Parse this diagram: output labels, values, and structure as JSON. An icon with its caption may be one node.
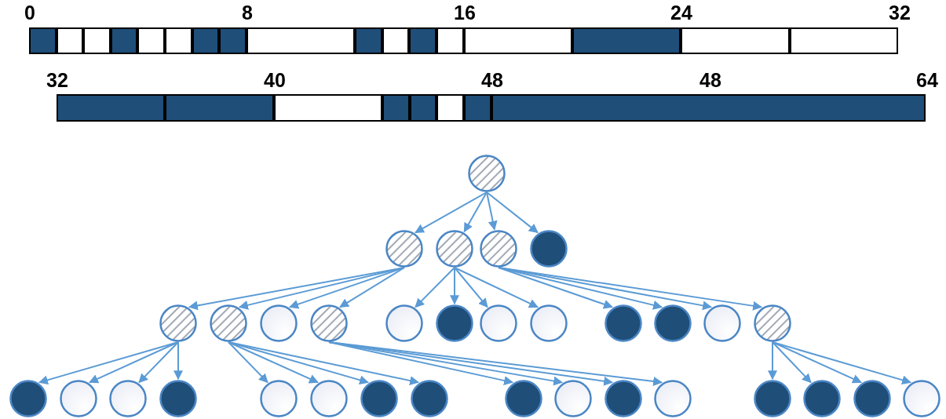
{
  "diagram": {
    "nodes": [
      {
        "text": [],
        "shape": "filled-box"
      },
      {
        "text": [],
        "shape": "box"
      },
      {
        "text": [],
        "shape": "box"
      },
      {
        "text": [],
        "shape": "filled-box"
      },
      {
        "text": [],
        "shape": "box"
      },
      {
        "text": [],
        "shape": "box"
      },
      {
        "text": [],
        "shape": "filled-box"
      },
      {
        "text": [],
        "shape": "filled-box"
      },
      {
        "text": [],
        "shape": "box"
      },
      {
        "text": [],
        "shape": "filled-box"
      },
      {
        "text": [],
        "shape": "box"
      },
      {
        "text": [],
        "shape": "filled-box"
      },
      {
        "text": [],
        "shape": "box"
      },
      {
        "text": [],
        "shape": "box"
      },
      {
        "text": [],
        "shape": "filled-box"
      },
      {
        "text": [],
        "shape": "box"
      },
      {
        "text": [],
        "shape": "box"
      },
      {
        "text": [],
        "shape": "filled-box"
      },
      {
        "text": [],
        "shape": "filled-box"
      },
      {
        "text": [],
        "shape": "box"
      },
      {
        "text": [],
        "shape": "filled-box"
      },
      {
        "text": [],
        "shape": "filled-box"
      },
      {
        "text": [],
        "shape": "box"
      },
      {
        "text": [],
        "shape": "filled-box"
      },
      {
        "text": [],
        "shape": "filled-box"
      },
      {
        "text": [],
        "shape": "hatched-circle"
      },
      {
        "text": [],
        "shape": "hatched-circle"
      },
      {
        "text": [],
        "shape": "hatched-circle"
      },
      {
        "text": [],
        "shape": "hatched-circle"
      },
      {
        "text": [],
        "shape": "filled-circle"
      },
      {
        "text": [],
        "shape": "hatched-circle"
      },
      {
        "text": [],
        "shape": "hatched-circle"
      },
      {
        "text": [],
        "shape": "circle"
      },
      {
        "text": [],
        "shape": "hatched-circle"
      },
      {
        "text": [],
        "shape": "circle"
      },
      {
        "text": [],
        "shape": "filled-circle"
      },
      {
        "text": [],
        "shape": "circle"
      },
      {
        "text": [],
        "shape": "circle"
      },
      {
        "text": [],
        "shape": "filled-circle"
      },
      {
        "text": [],
        "shape": "filled-circle"
      },
      {
        "text": [],
        "shape": "circle"
      },
      {
        "text": [],
        "shape": "hatched-circle"
      },
      {
        "text": [],
        "shape": "filled-circle"
      },
      {
        "text": [],
        "shape": "circle"
      },
      {
        "text": [],
        "shape": "circle"
      },
      {
        "text": [],
        "shape": "filled-circle"
      },
      {
        "text": [],
        "shape": "circle"
      },
      {
        "text": [],
        "shape": "circle"
      },
      {
        "text": [],
        "shape": "filled-circle"
      },
      {
        "text": [],
        "shape": "filled-circle"
      },
      {
        "text": [],
        "shape": "filled-circle"
      },
      {
        "text": [],
        "shape": "circle"
      },
      {
        "text": [],
        "shape": "filled-circle"
      },
      {
        "text": [],
        "shape": "circle"
      },
      {
        "text": [],
        "shape": "filled-circle"
      },
      {
        "text": [],
        "shape": "filled-circle"
      },
      {
        "text": [],
        "shape": "filled-circle"
      },
      {
        "text": [],
        "shape": "circle"
      }
    ],
    "edges": [
      {
        "from": 25,
        "to": 26,
        "arrow": "to"
      },
      {
        "from": 25,
        "to": 27,
        "arrow": "to"
      },
      {
        "from": 25,
        "to": 28,
        "arrow": "to"
      },
      {
        "from": 25,
        "to": 29,
        "arrow": "to"
      },
      {
        "from": 26,
        "to": 30,
        "arrow": "to"
      },
      {
        "from": 26,
        "to": 31,
        "arrow": "to"
      },
      {
        "from": 26,
        "to": 32,
        "arrow": "to"
      },
      {
        "from": 26,
        "to": 33,
        "arrow": "to"
      },
      {
        "from": 27,
        "to": 34,
        "arrow": "to"
      },
      {
        "from": 27,
        "to": 35,
        "arrow": "to"
      },
      {
        "from": 27,
        "to": 36,
        "arrow": "to"
      },
      {
        "from": 27,
        "to": 37,
        "arrow": "to"
      },
      {
        "from": 28,
        "to": 38,
        "arrow": "to"
      },
      {
        "from": 28,
        "to": 39,
        "arrow": "to"
      },
      {
        "from": 28,
        "to": 40,
        "arrow": "to"
      },
      {
        "from": 28,
        "to": 41,
        "arrow": "to"
      },
      {
        "from": 30,
        "to": 42,
        "arrow": "to"
      },
      {
        "from": 30,
        "to": 43,
        "arrow": "to"
      },
      {
        "from": 30,
        "to": 44,
        "arrow": "to"
      },
      {
        "from": 30,
        "to": 45,
        "arrow": "to"
      },
      {
        "from": 31,
        "to": 46,
        "arrow": "to"
      },
      {
        "from": 31,
        "to": 47,
        "arrow": "to"
      },
      {
        "from": 31,
        "to": 48,
        "arrow": "to"
      },
      {
        "from": 31,
        "to": 49,
        "arrow": "to"
      },
      {
        "from": 33,
        "to": 50,
        "arrow": "to"
      },
      {
        "from": 33,
        "to": 51,
        "arrow": "to"
      },
      {
        "from": 33,
        "to": 52,
        "arrow": "to"
      },
      {
        "from": 33,
        "to": 53,
        "arrow": "to"
      },
      {
        "from": 41,
        "to": 54,
        "arrow": "to"
      },
      {
        "from": 41,
        "to": 55,
        "arrow": "to"
      },
      {
        "from": 41,
        "to": 56,
        "arrow": "to"
      },
      {
        "from": 41,
        "to": 57,
        "arrow": "to"
      }
    ],
    "labels": [
      "0",
      "8",
      "16",
      "24",
      "32",
      "32",
      "40",
      "48",
      "48",
      "64"
    ]
  }
}
